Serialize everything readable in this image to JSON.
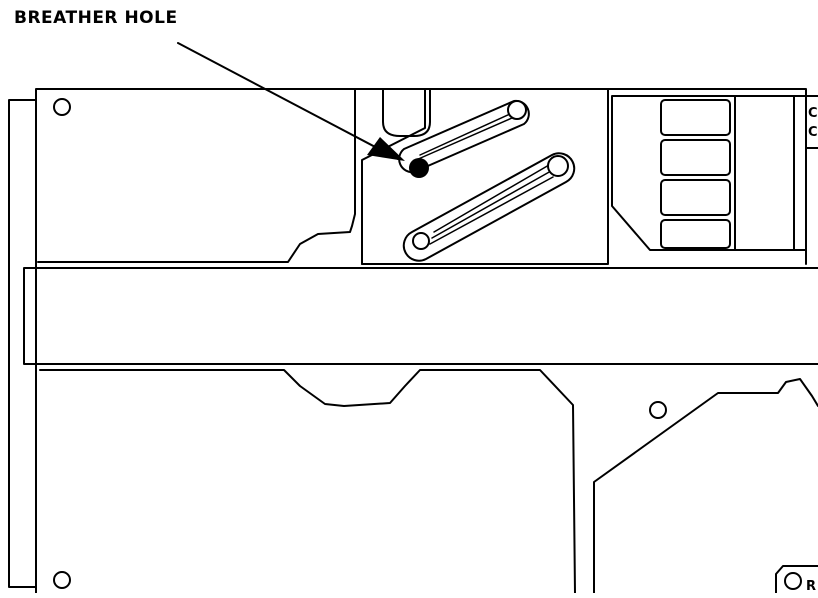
{
  "callout": {
    "label": "BREATHER HOLE"
  },
  "edge_letters": {
    "top_right_1": "C",
    "top_right_2": "C",
    "bottom_right": "R"
  },
  "colors": {
    "line": "#000000",
    "background": "#ffffff"
  }
}
